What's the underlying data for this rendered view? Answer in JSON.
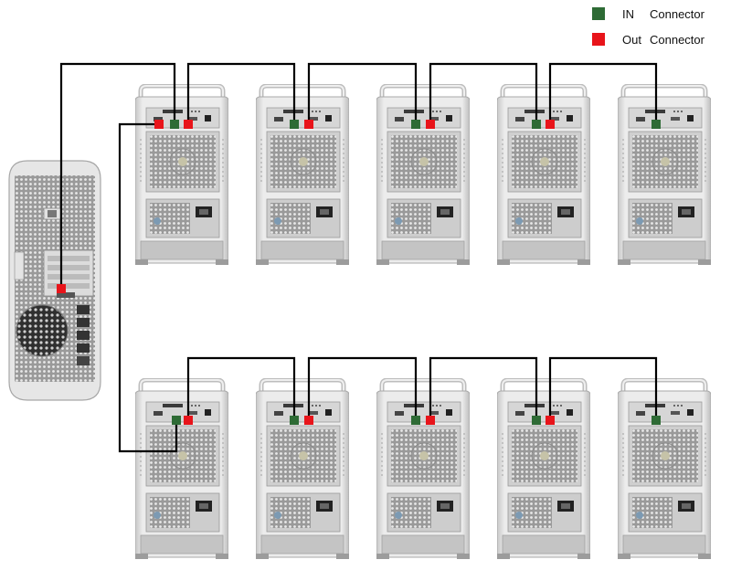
{
  "legend": {
    "in": {
      "key": "IN",
      "label": "Connector",
      "color": "#2e6b35"
    },
    "out": {
      "key": "Out",
      "label": "Connector",
      "color": "#e8141a"
    }
  },
  "host": {
    "name": "computer"
  },
  "enclosures": {
    "rows": 2,
    "per_row": 5
  },
  "colors": {
    "cable": "#000000",
    "chassis": "#d9d9d9",
    "panel": "#c9c9c9"
  }
}
